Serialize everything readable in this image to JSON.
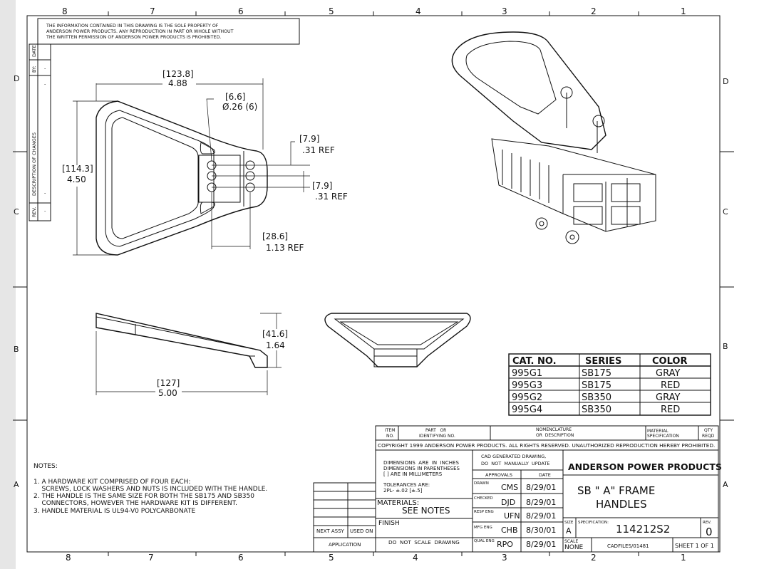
{
  "zones": {
    "columns": [
      "8",
      "7",
      "6",
      "5",
      "4",
      "3",
      "2",
      "1"
    ],
    "rows": [
      "D",
      "C",
      "B",
      "A"
    ]
  },
  "notice": [
    "THE INFORMATION CONTAINED IN THIS DRAWING IS THE SOLE PROPERTY OF",
    "ANDERSON POWER PRODUCTS.   ANY REPRODUCTION IN PART OR WHOLE WITHOUT",
    "THE WRITTEN PERMISSION OF ANDERSON POWER PRODUCTS IS PROHIBITED."
  ],
  "revision_block": {
    "date": "DATE",
    "by": "BY:",
    "description": "DESCRIPTION OF CHANGES",
    "rev": "REV.",
    "blank": "-"
  },
  "dimensions": {
    "width_mm": "[123.8]",
    "width_in": "4.88",
    "hole_mm": "[6.6]",
    "hole_in": "Ø.26 (6)",
    "height_mm": "[114.3]",
    "height_in": "4.50",
    "pitch1_mm": "[7.9]",
    "pitch1_in": ".31 REF",
    "pitch2_mm": "[7.9]",
    "pitch2_in": ".31 REF",
    "spacing_mm": "[28.6]",
    "spacing_in": "1.13 REF",
    "side_height_mm": "[41.6]",
    "side_height_in": "1.64",
    "side_len_mm": "[127]",
    "side_len_in": "5.00"
  },
  "catalog_table": {
    "headers": [
      "CAT. NO.",
      "SERIES",
      "COLOR"
    ],
    "rows": [
      [
        "995G1",
        "SB175",
        "GRAY"
      ],
      [
        "995G3",
        "SB175",
        "RED"
      ],
      [
        "995G2",
        "SB350",
        "GRAY"
      ],
      [
        "995G4",
        "SB350",
        "RED"
      ]
    ]
  },
  "notes": {
    "title": "NOTES:",
    "lines": [
      "1. A HARDWARE KIT COMPRISED OF FOUR EACH:",
      "    SCREWS, LOCK WASHERS AND NUTS IS INCLUDED WITH THE HANDLE.",
      "2. THE HANDLE IS THE SAME SIZE FOR BOTH THE SB175 AND SB350",
      "    CONNECTORS, HOWEVER THE HARDWARE KIT IS DIFFERENT.",
      "3. HANDLE MATERIAL IS UL94-V0 POLYCARBONATE"
    ]
  },
  "assy": {
    "next_assy": "NEXT ASSY",
    "used_on": "USED ON",
    "application": "APPLICATION"
  },
  "title_block": {
    "item_no": [
      "ITEM",
      "NO."
    ],
    "part_no": [
      "PART   OR",
      "IDENTIFYING NO."
    ],
    "nomenclature": [
      "NOMENCLATURE",
      "OR  DESCRIPTION"
    ],
    "material_spec": [
      "MATERIAL",
      "SPECIFICATION"
    ],
    "qty": [
      "QTY",
      "REQD"
    ],
    "copyright": "COPYRIGHT 1999 ANDERSON POWER PRODUCTS. ALL RIGHTS RESERVED. UNAUTHORIZED REPRODUCTION HEREBY PROHIBITED.",
    "dims_note": [
      "DIMENSIONS  ARE  IN  INCHES",
      "DIMENSIONS IN PARENTHESES",
      "[ ] ARE IN MILLIMETERS"
    ],
    "tolerances": [
      "TOLERANCES ARE:",
      "2PL- ±.02 [±.5]"
    ],
    "materials_label": "MATERIALS:",
    "materials_value": "SEE NOTES",
    "finish": "FINISH",
    "do_not_scale": "DO  NOT  SCALE  DRAWING",
    "cad_note": [
      "CAD GENERATED DRAWING,",
      "DO  NOT  MANUALLY  UPDATE"
    ],
    "approvals": "APPROVALS",
    "date": "DATE",
    "signoffs": [
      {
        "role": "DRAWN",
        "initials": "CMS",
        "date": "8/29/01"
      },
      {
        "role": "CHECKED",
        "initials": "DJD",
        "date": "8/29/01"
      },
      {
        "role": "RESP ENG",
        "initials": "UFN",
        "date": "8/29/01"
      },
      {
        "role": "MFG ENG",
        "initials": "CHB",
        "date": "8/30/01"
      },
      {
        "role": "QUAL ENG",
        "initials": "RPO",
        "date": "8/29/01"
      }
    ],
    "company": "ANDERSON POWER PRODUCTS",
    "title": [
      "SB \" A\" FRAME",
      "HANDLES"
    ],
    "size_label": "SIZE",
    "size": "A",
    "spec_label": "SPECIFICATION:",
    "spec": "114212S2",
    "rev_label": "REV.",
    "rev": "0",
    "scale_label": "SCALE",
    "scale": "NONE",
    "cadfile": "CADFILES/01481",
    "sheet": "SHEET 1 OF 1"
  }
}
